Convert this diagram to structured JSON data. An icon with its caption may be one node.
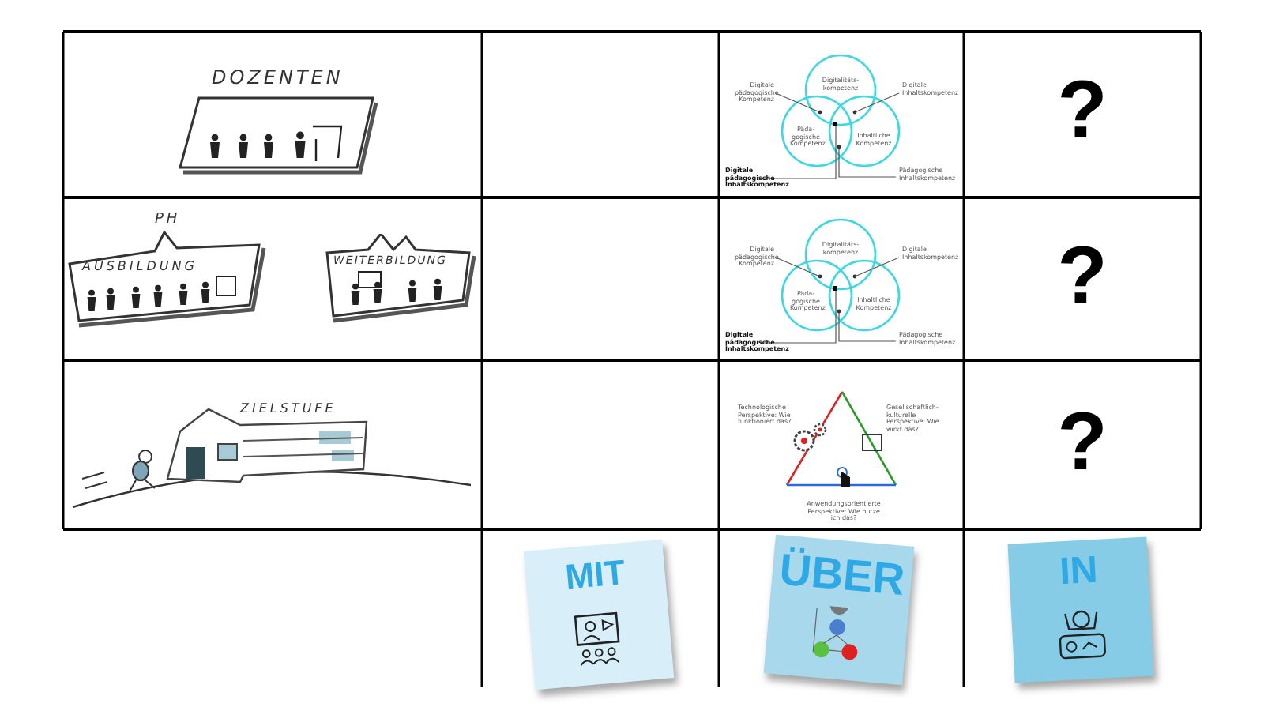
{
  "diagram": {
    "labels": [
      "DOZENTEN",
      "Digitale pädagogische Kompetenz",
      "Digitalitäts-kompetenz",
      "Digitale Inhaltskompetenz",
      "Päda-gogische Kompetenz",
      "Inhaltliche Kompetenz",
      "Digitale pädagogische Inhaltskompetenz",
      "Pädagogische Inhaltskompetenz",
      "?",
      "PH",
      "AUSBILDUNG",
      "WEITERBILDUNG",
      "Digitale pädagogische Kompetenz",
      "Digitalitäts-kompetenz",
      "Digitale Inhaltskompetenz",
      "Päda-gogische Kompetenz",
      "Inhaltliche Kompetenz",
      "Digitale pädagogische Inhaltskompetenz",
      "Pädagogische Inhaltskompetenz",
      "?",
      "ZIELSTUFE",
      "Technologische Perspektive: Wie funktioniert das?",
      "Gesellschaftlich-kulturelle Perspektive: Wie wirkt das?",
      "Anwendungsorientierte Perspektive: Wie nutze ich das?",
      "?",
      "MIT",
      "ÜBER",
      "IN"
    ]
  }
}
